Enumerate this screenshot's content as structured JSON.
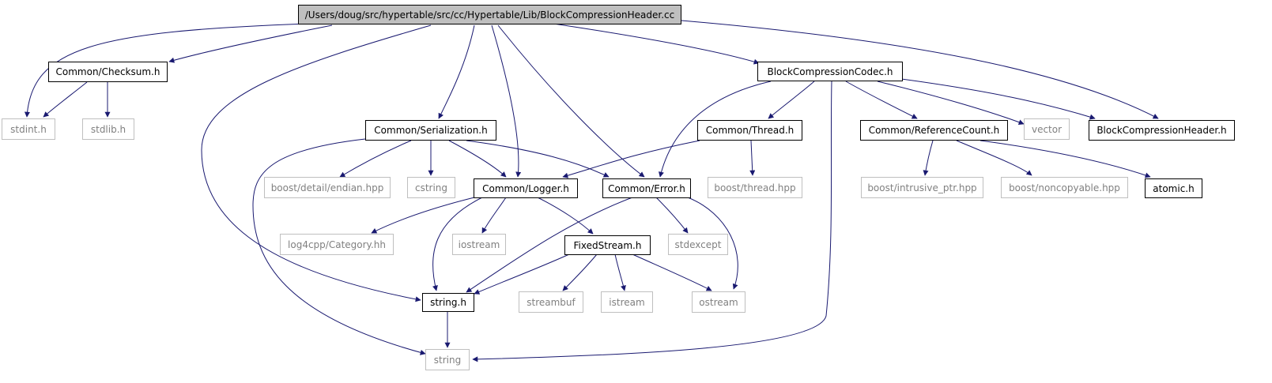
{
  "colors": {
    "edge": "#191970",
    "solid_border": "#000000",
    "faint_border": "#bfbfbf",
    "root_fill": "#bfbfbf"
  },
  "nodes": {
    "root": "/Users/doug/src/hypertable/src/cc/Hypertable/Lib/BlockCompressionHeader.cc",
    "checksum": "Common/Checksum.h",
    "codec": "BlockCompressionCodec.h",
    "stdint": "stdint.h",
    "stdlib": "stdlib.h",
    "serialization": "Common/Serialization.h",
    "thread": "Common/Thread.h",
    "refcount": "Common/ReferenceCount.h",
    "vector": "vector",
    "header": "BlockCompressionHeader.h",
    "endian": "boost/detail/endian.hpp",
    "cstring": "cstring",
    "logger": "Common/Logger.h",
    "error": "Common/Error.h",
    "boostthread": "boost/thread.hpp",
    "intrusive": "boost/intrusive_ptr.hpp",
    "noncopyable": "boost/noncopyable.hpp",
    "atomic": "atomic.h",
    "log4cpp": "log4cpp/Category.hh",
    "iostream": "iostream",
    "fixedstream": "FixedStream.h",
    "stdexcept": "stdexcept",
    "streambuf": "streambuf",
    "istream": "istream",
    "ostream": "ostream",
    "stringh": "string.h",
    "string": "string"
  }
}
